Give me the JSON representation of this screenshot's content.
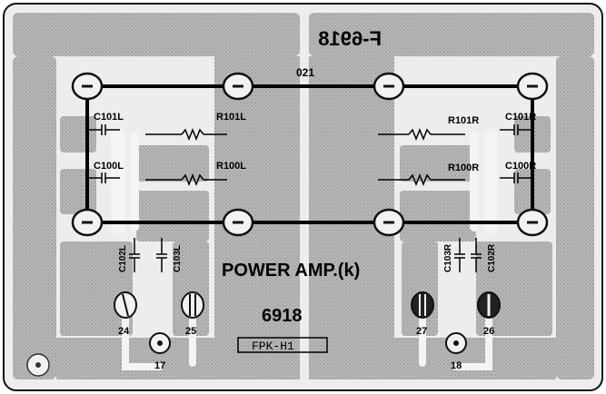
{
  "board": {
    "mirrored_code": "F-6918",
    "link_label": "021",
    "title": "POWER AMP.(k)",
    "number": "6918",
    "part_code": "FPK-H1",
    "colors": {
      "copper": "#b8b8b8",
      "substrate": "#ececec",
      "outline": "#111111",
      "pad_fill": "#f2f2f2"
    }
  },
  "components": {
    "c101l": "C101L",
    "c100l": "C100L",
    "r101l": "R101L",
    "r100l": "R100L",
    "r101r": "R101R",
    "r100r": "R100R",
    "c101r": "C101R",
    "c100r": "C100R",
    "c102l": "C102L",
    "c103l": "C103L",
    "c103r": "C103R",
    "c102r": "C102R"
  },
  "terminals": {
    "t24": "24",
    "t25": "25",
    "t27": "27",
    "t26": "26",
    "t17": "17",
    "t18": "18"
  }
}
